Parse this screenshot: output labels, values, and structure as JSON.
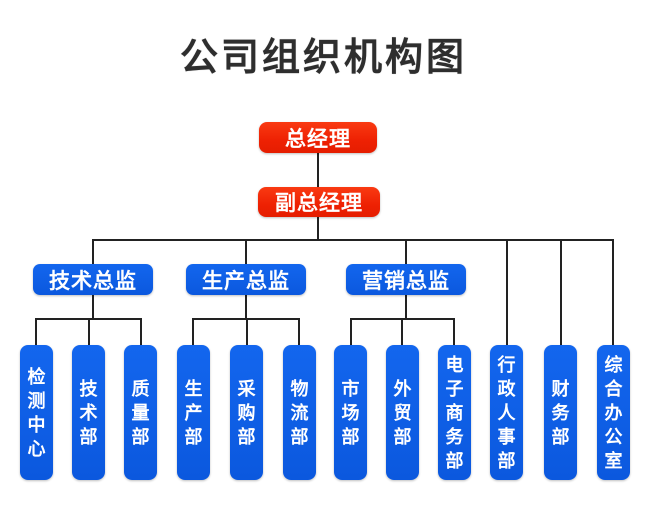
{
  "title": "公司组织机构图",
  "colors": {
    "box_red": "#ee2103",
    "box_blue": "#0d5ce6",
    "line": "#222222",
    "box_text": "#ffffff",
    "title_text": "#2e2e2e",
    "background": "#ffffff"
  },
  "org": {
    "general_manager": "总经理",
    "deputy_general_manager": "副总经理",
    "directors": [
      {
        "label": "技术总监",
        "departments": [
          "检测中心",
          "技术部",
          "质量部"
        ]
      },
      {
        "label": "生产总监",
        "departments": [
          "生产部",
          "采购部",
          "物流部"
        ]
      },
      {
        "label": "营销总监",
        "departments": [
          "市场部",
          "外贸部",
          "电子商务部"
        ]
      }
    ],
    "direct_departments": [
      "行政人事部",
      "财务部",
      "综合办公室"
    ]
  }
}
